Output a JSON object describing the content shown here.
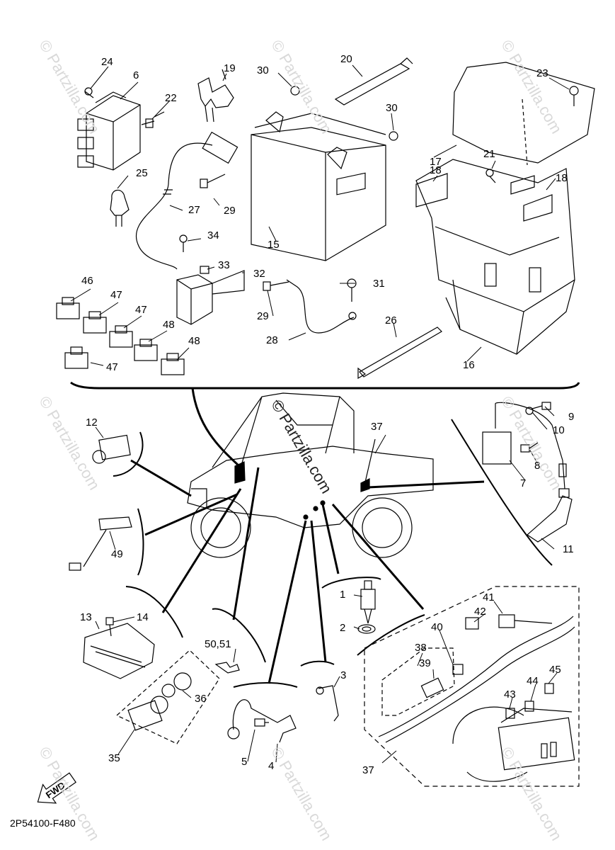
{
  "diagram_code": "2P54100-F480",
  "watermark_text": "© Partzilla.com",
  "fwd_label": "FWD",
  "callouts": [
    "24",
    "6",
    "22",
    "19",
    "30",
    "20",
    "30",
    "23",
    "25",
    "27",
    "29",
    "15",
    "17",
    "18",
    "21",
    "18",
    "34",
    "33",
    "32",
    "31",
    "46",
    "47",
    "47",
    "48",
    "29",
    "28",
    "26",
    "16",
    "48",
    "47",
    "12",
    "37",
    "9",
    "10",
    "8",
    "7",
    "11",
    "49",
    "13",
    "14",
    "1",
    "2",
    "50,51",
    "36",
    "35",
    "3",
    "5",
    "4",
    "41",
    "42",
    "40",
    "38",
    "39",
    "45",
    "44",
    "43",
    "37"
  ]
}
